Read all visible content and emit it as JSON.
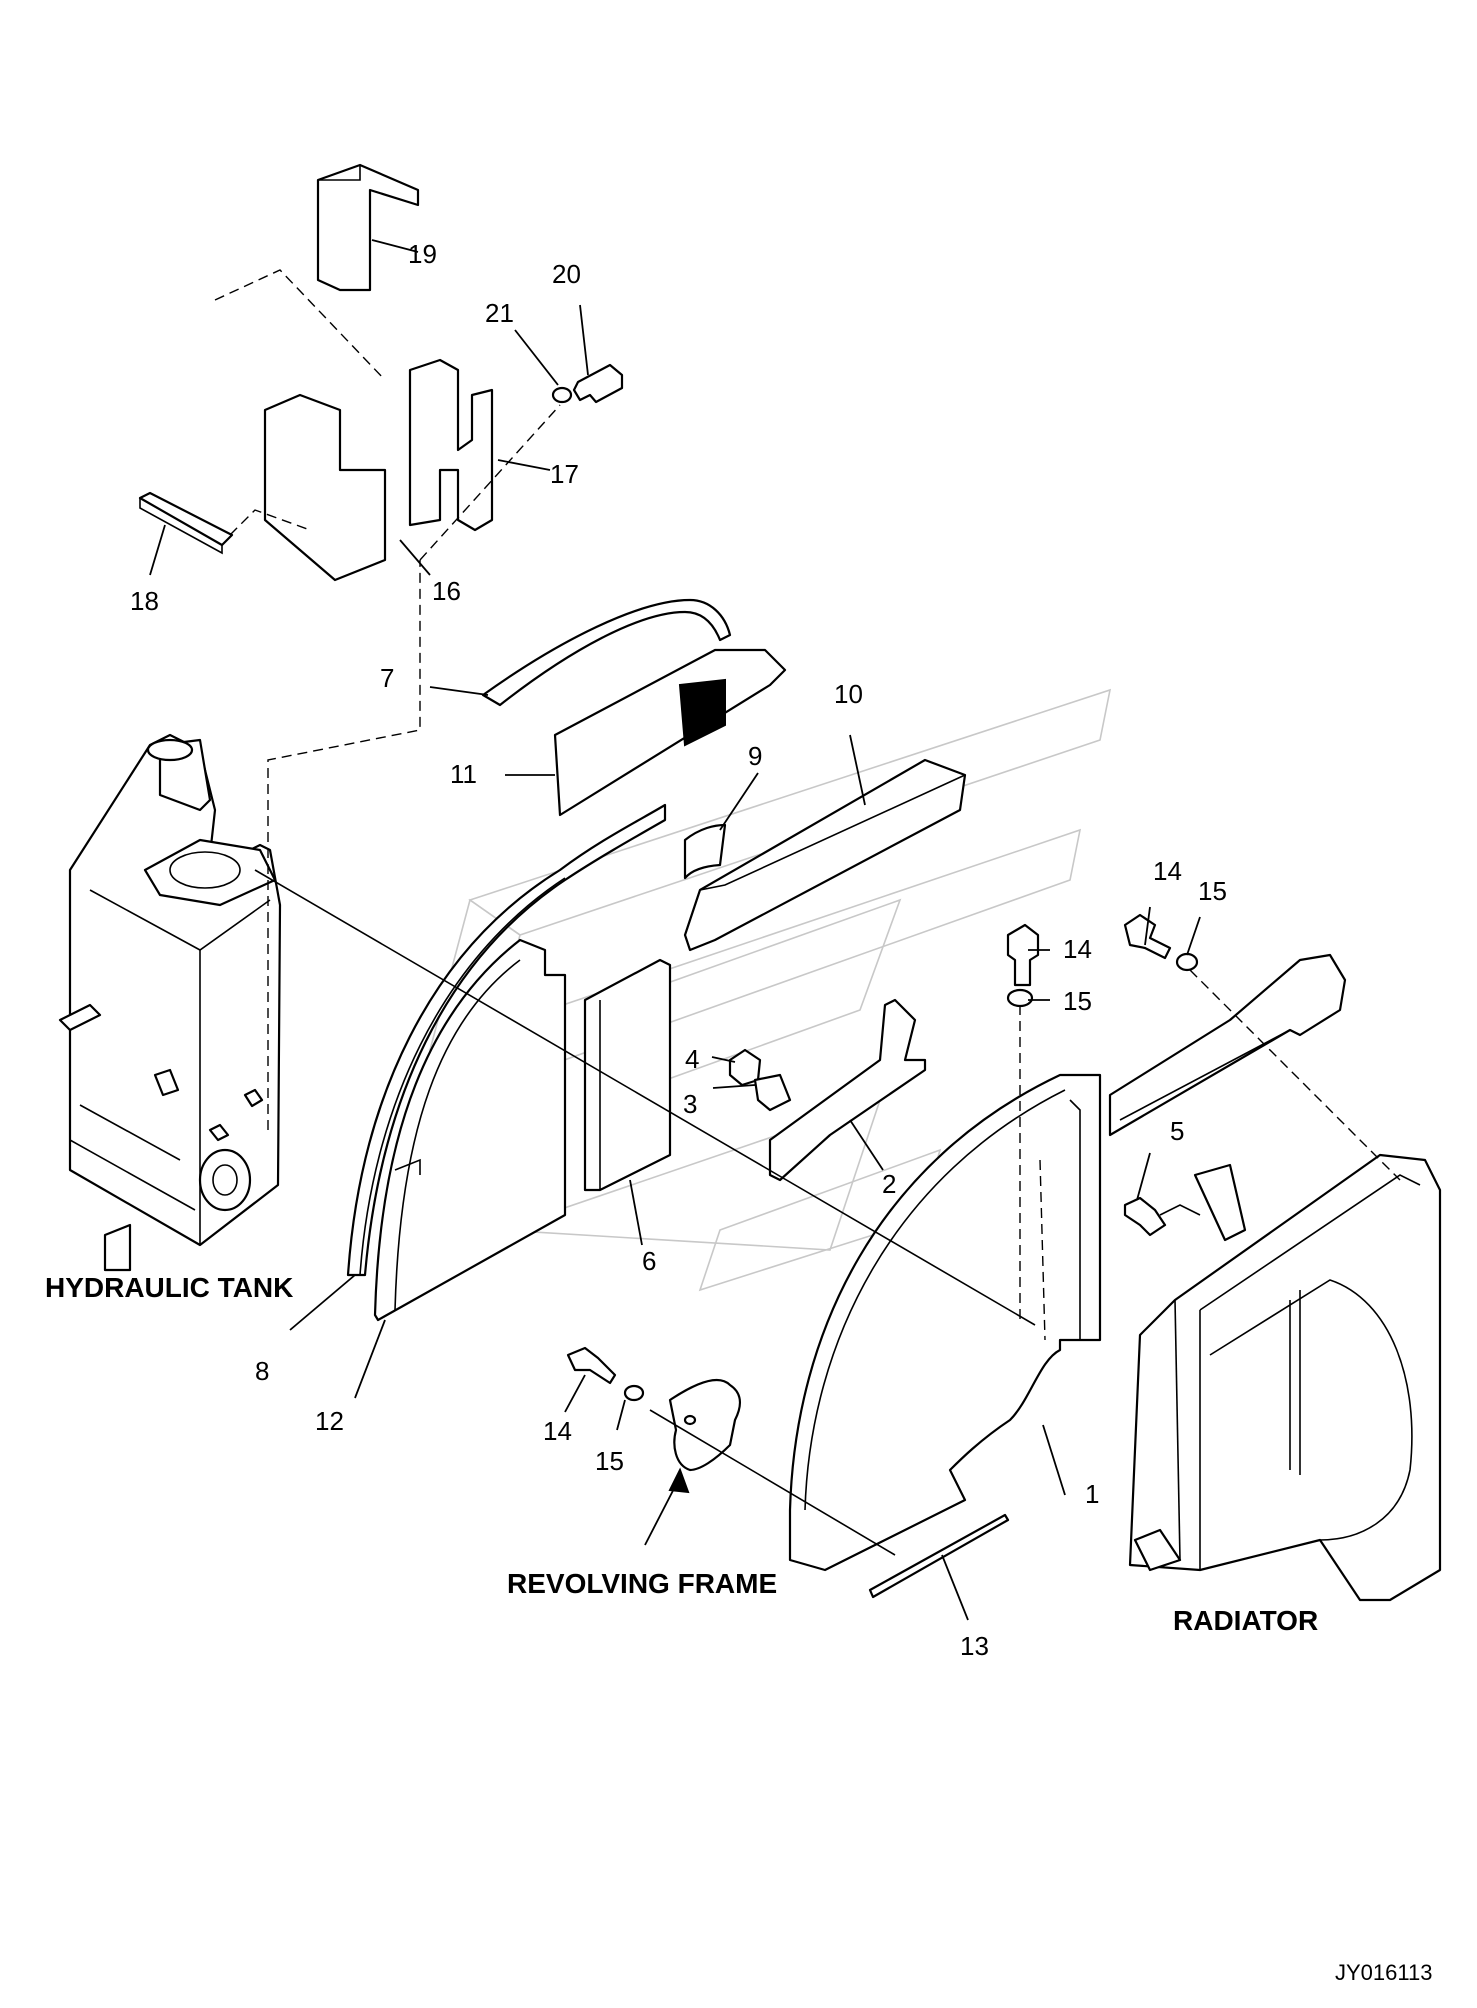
{
  "diagram_code": "JY016113",
  "labels": {
    "hydraulic_tank": "HYDRAULIC TANK",
    "revolving_frame": "REVOLVING FRAME",
    "radiator": "RADIATOR"
  },
  "callouts": [
    "1",
    "2",
    "3",
    "4",
    "5",
    "6",
    "7",
    "8",
    "9",
    "10",
    "11",
    "12",
    "13",
    "14",
    "15",
    "14",
    "15",
    "14",
    "15",
    "16",
    "17",
    "18",
    "19",
    "20",
    "21"
  ]
}
